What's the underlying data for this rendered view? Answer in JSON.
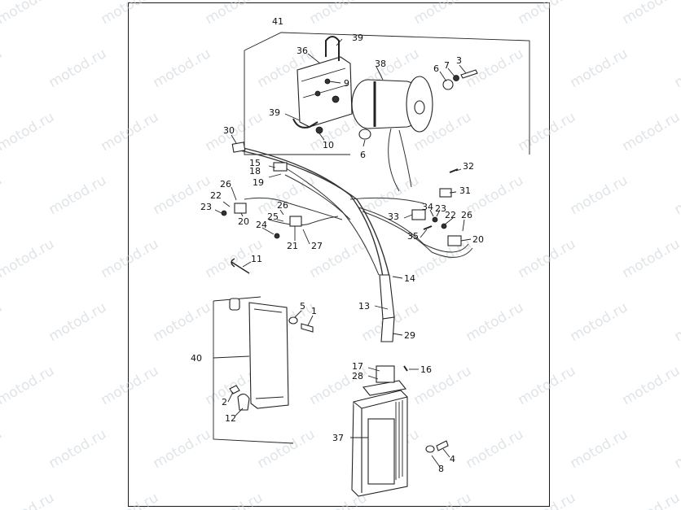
{
  "watermark": "motod.ru",
  "callouts": {
    "c41": "41",
    "c39a": "39",
    "c36": "36",
    "c38": "38",
    "c9": "9",
    "c6a": "6",
    "c7": "7",
    "c3": "3",
    "c39b": "39",
    "c10": "10",
    "c6b": "6",
    "c30": "30",
    "c15": "15",
    "c18": "18",
    "c19": "19",
    "c32": "32",
    "c31": "31",
    "c26a": "26",
    "c22a": "22",
    "c23a": "23",
    "c20a": "20",
    "c26b": "26",
    "c25": "25",
    "c24": "24",
    "c21": "21",
    "c27": "27",
    "c33": "33",
    "c34": "34",
    "c23b": "23",
    "c22b": "22",
    "c26c": "26",
    "c35": "35",
    "c20b": "20",
    "c11": "11",
    "c14": "14",
    "c13": "13",
    "c5": "5",
    "c1": "1",
    "c29": "29",
    "c40": "40",
    "c17": "17",
    "c28": "28",
    "c16": "16",
    "c2": "2",
    "c12": "12",
    "c37": "37",
    "c4": "4",
    "c8": "8"
  }
}
